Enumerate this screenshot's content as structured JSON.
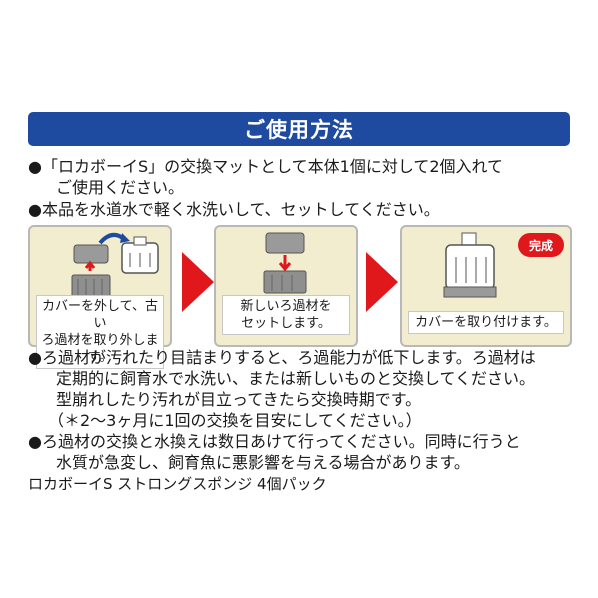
{
  "header": {
    "title": "ご使用方法"
  },
  "intro": [
    "●「ロカボーイS」の交換マットとして本体1個に対して2個入れて",
    "ご使用ください。",
    "●本品を水道水で軽く水洗いして、セットしてください。"
  ],
  "steps": [
    {
      "caption_lines": [
        "カバーを外して、古い",
        "ろ過材を取り外します。"
      ]
    },
    {
      "caption_lines": [
        "新しいろ過材を",
        "セットします。"
      ]
    },
    {
      "caption_lines": [
        "カバーを取り付けます。"
      ],
      "badge": "完成"
    }
  ],
  "notes": [
    "●ろ過材が汚れたり目詰まりすると、ろ過能力が低下します。ろ過材は",
    "定期的に飼育水で水洗い、または新しいものと交換してください。",
    "型崩れしたり汚れが目立ってきたら交換時期です。",
    "（＊2～3ヶ月に1回の交換を目安にしてください。）",
    "●ろ過材の交換と水換えは数日あけて行ってください。同時に行うと",
    "水質が急変し、飼育魚に悪影響を与える場合があります。"
  ],
  "product_name": "ロカボーイS ストロングスポンジ 4個パック",
  "colors": {
    "header_bg": "#1e4aa0",
    "arrow": "#e0181c",
    "panel_bg": "#f3edcf"
  }
}
